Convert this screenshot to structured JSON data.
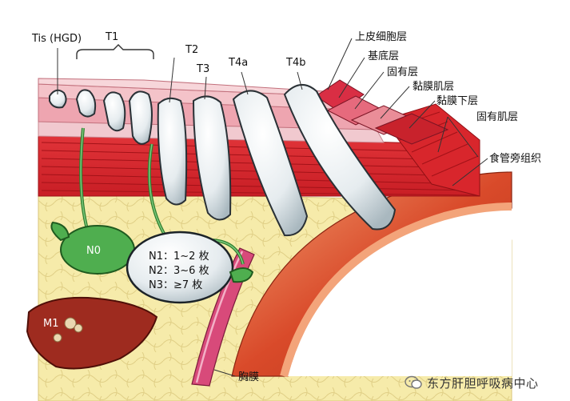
{
  "stages": {
    "tis": "Tis (HGD)",
    "t1": "T1",
    "t2": "T2",
    "t3": "T3",
    "t4a": "T4a",
    "t4b": "T4b"
  },
  "layers": {
    "epithelium": "上皮细胞层",
    "basal": "基底层",
    "lamina_propria": "固有层",
    "muscularis_mucosae": "黏膜肌层",
    "submucosa": "黏膜下层",
    "muscularis_propria": "固有肌层",
    "periesophageal": "食管旁组织",
    "pleura": "胸膜"
  },
  "nodes": {
    "n0": "N0",
    "n1": "N1：1~2 枚",
    "n2": "N2：3~6 枚",
    "n3": "N3：≥7 枚"
  },
  "metastasis": {
    "m1": "M1"
  },
  "watermark": {
    "text": "东方肝胆呼吸病中心"
  },
  "colors": {
    "epithelium": "#e8a0a8",
    "muscle": "#d8262c",
    "fat": "#f5e9a6",
    "aorta": "#d64a2a",
    "node_green": "#4fae4f",
    "liver": "#9e2b1f",
    "tumor": "#e4eaee"
  }
}
